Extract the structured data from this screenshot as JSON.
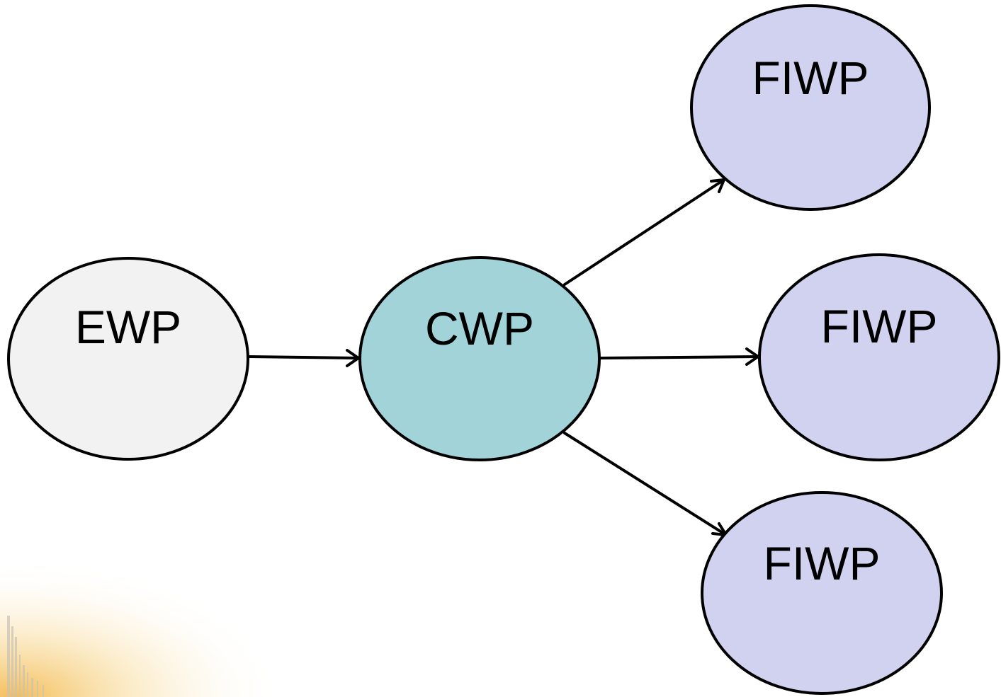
{
  "diagram": {
    "nodes": [
      {
        "id": "ewp",
        "label": "EWP",
        "fill": "#f2f2f2"
      },
      {
        "id": "cwp",
        "label": "CWP",
        "fill": "#a1d3d9"
      },
      {
        "id": "fiwp_top",
        "label": "FIWP",
        "fill": "#d1d2ef"
      },
      {
        "id": "fiwp_middle",
        "label": "FIWP",
        "fill": "#d1d2ef"
      },
      {
        "id": "fiwp_bottom",
        "label": "FIWP",
        "fill": "#d1d2ef"
      }
    ],
    "edges": [
      {
        "from": "ewp",
        "to": "cwp"
      },
      {
        "from": "cwp",
        "to": "fiwp_top"
      },
      {
        "from": "cwp",
        "to": "fiwp_middle"
      },
      {
        "from": "cwp",
        "to": "fiwp_bottom"
      }
    ],
    "edge_color": "#000000"
  }
}
